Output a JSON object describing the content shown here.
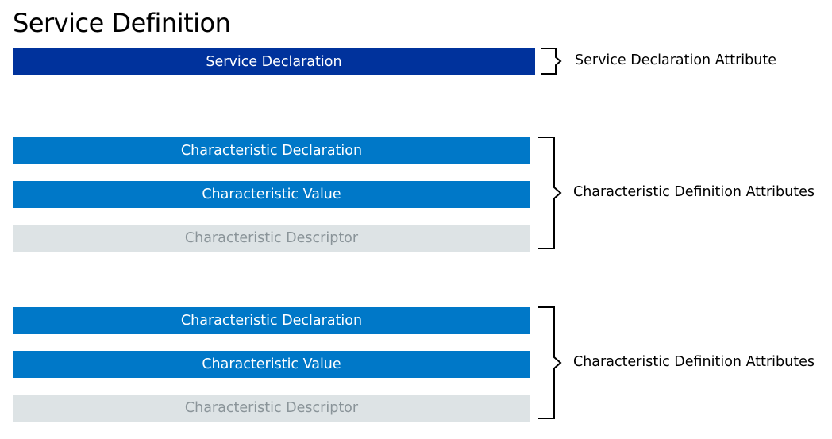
{
  "title": "Service Definition",
  "colors": {
    "service_bar": "#00329c",
    "declaration_bar": "#0078c8",
    "value_bar": "#0078c8",
    "descriptor_bar": "#dde3e5",
    "bar_text": "#ffffff",
    "descriptor_text": "#8a9499"
  },
  "service": {
    "bar_label": "Service Declaration",
    "attribute_label": "Service Declaration Attribute"
  },
  "characteristics": [
    {
      "declaration_label": "Characteristic Declaration",
      "value_label": "Characteristic Value",
      "descriptor_label": "Characteristic Descriptor",
      "attribute_label": "Characteristic Definition Attributes"
    },
    {
      "declaration_label": "Characteristic Declaration",
      "value_label": "Characteristic Value",
      "descriptor_label": "Characteristic Descriptor",
      "attribute_label": "Characteristic Definition Attributes"
    }
  ]
}
